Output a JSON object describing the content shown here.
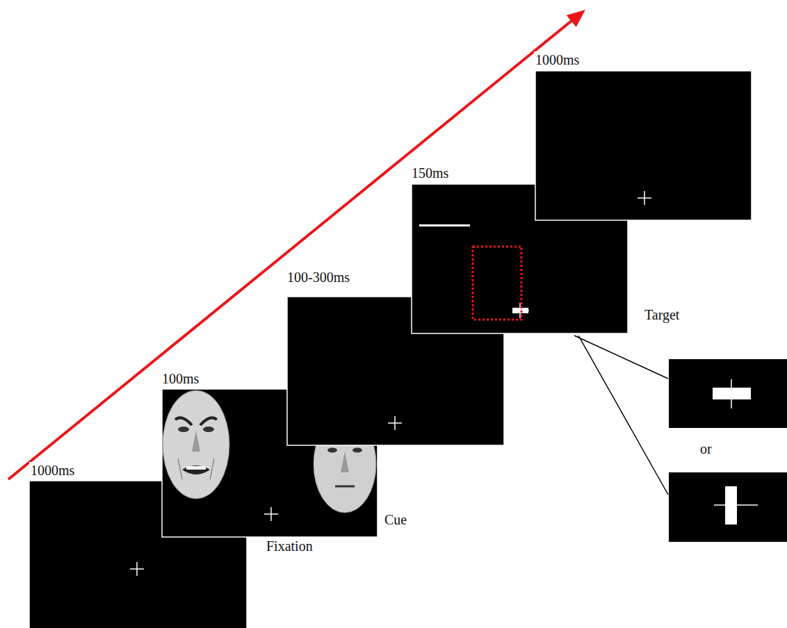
{
  "diagram": {
    "nodes": [
      {
        "text": [
          "1000ms",
          "Fixation"
        ]
      },
      {
        "text": [
          "100ms",
          "Cue"
        ]
      },
      {
        "text": [
          "100-300ms"
        ]
      },
      {
        "text": [
          "150ms",
          "Target"
        ]
      },
      {
        "text": [
          "1000ms"
        ]
      }
    ],
    "labels": [
      "or"
    ]
  }
}
